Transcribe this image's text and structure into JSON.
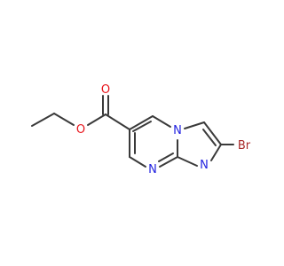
{
  "molecule": {
    "atoms": {
      "carbonyl_oxygen": "O",
      "ester_oxygen": "O",
      "ring_nitrogen_bridge": "N",
      "ring_nitrogen_pyrimidine": "N",
      "ring_nitrogen_imidazole": "N",
      "bromine": "Br"
    }
  },
  "colors": {
    "bond": "#3a3a3a",
    "oxygen": "#e8141b",
    "nitrogen": "#2323e0",
    "bromine": "#a82a2a",
    "background": "#ffffff"
  }
}
